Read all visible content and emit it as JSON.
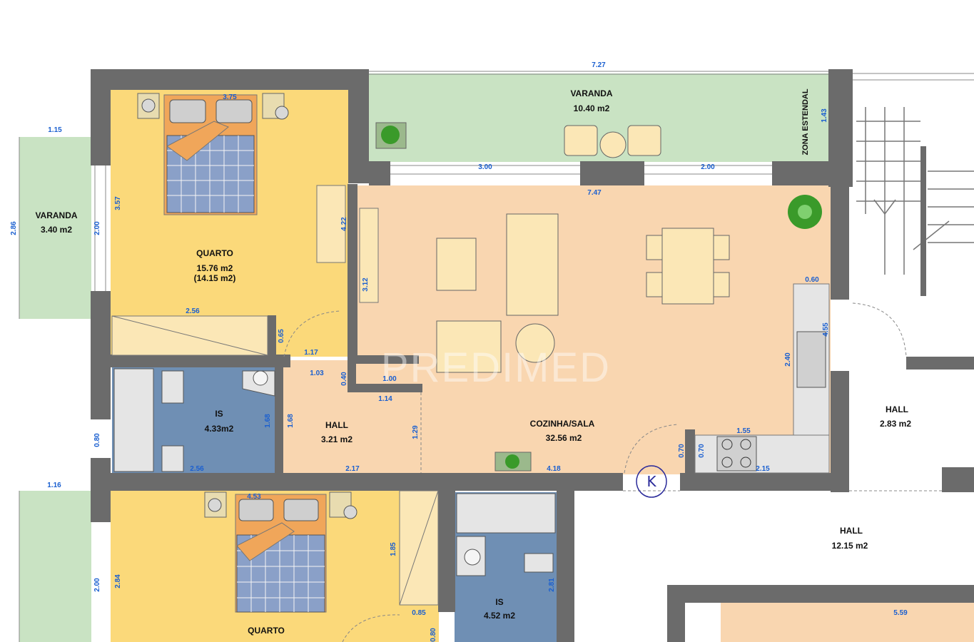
{
  "colors": {
    "wall": "#6b6b6b",
    "bedroom": "#fbd97a",
    "living": "#f9d6b0",
    "bathroom": "#6f8fb4",
    "balcony": "#c9e3c3",
    "furniture": "#fbe7b6",
    "dimension_text": "#1a5fd0",
    "k_marker": "#2a2a9a"
  },
  "rooms": {
    "varanda_top": {
      "name": "VARANDA",
      "area": "10.40  m2"
    },
    "zona_estendal": {
      "name": "ZONA  ESTENDAL"
    },
    "varanda_left": {
      "name": "VARANDA",
      "area": "3.40  m2"
    },
    "quarto_top": {
      "name": "QUARTO",
      "area": "15.76  m2",
      "area_alt": "(14.15  m2)"
    },
    "cozinha_sala": {
      "name": "COZINHA/SALA",
      "area": "32.56  m2"
    },
    "is_top": {
      "name": "IS",
      "area": "4.33m2"
    },
    "hall_inner": {
      "name": "HALL",
      "area": "3.21  m2"
    },
    "hall_right": {
      "name": "HALL",
      "area": "2.83  m2"
    },
    "hall_big": {
      "name": "HALL",
      "area": "12.15  m2"
    },
    "quarto_bottom": {
      "name": "QUARTO"
    },
    "is_bottom": {
      "name": "IS",
      "area": "4.52  m2"
    }
  },
  "dimensions": {
    "d727": "7.27",
    "d143": "1.43",
    "d375": "3.75",
    "d115": "1.15",
    "d286": "2.86",
    "d357": "3.57",
    "d200a": "2.00",
    "d422": "4.22",
    "d300": "3.00",
    "d200b": "2.00",
    "d747": "7.47",
    "d312": "3.12",
    "d060": "0.60",
    "d455": "4.55",
    "d256a": "2.56",
    "d065": "0.65",
    "d117": "1.17",
    "d103": "1.03",
    "d040": "0.40",
    "d100": "1.00",
    "d114": "1.14",
    "d240": "2.40",
    "d168a": "1.68",
    "d168b": "1.68",
    "d129": "1.29",
    "d080": "0.80",
    "d256b": "2.56",
    "d217": "2.17",
    "d418": "4.18",
    "d070a": "0.70",
    "d070b": "0.70",
    "d155": "1.55",
    "d215": "2.15",
    "d116": "1.16",
    "d453": "4.53",
    "d185": "1.85",
    "d284": "2.84",
    "d200c": "2.00",
    "d281": "2.81",
    "d085": "0.85",
    "d080b": "0.80",
    "d559": "5.59"
  },
  "marker": {
    "label": "K"
  },
  "watermark": {
    "text": "PREDIMED"
  }
}
